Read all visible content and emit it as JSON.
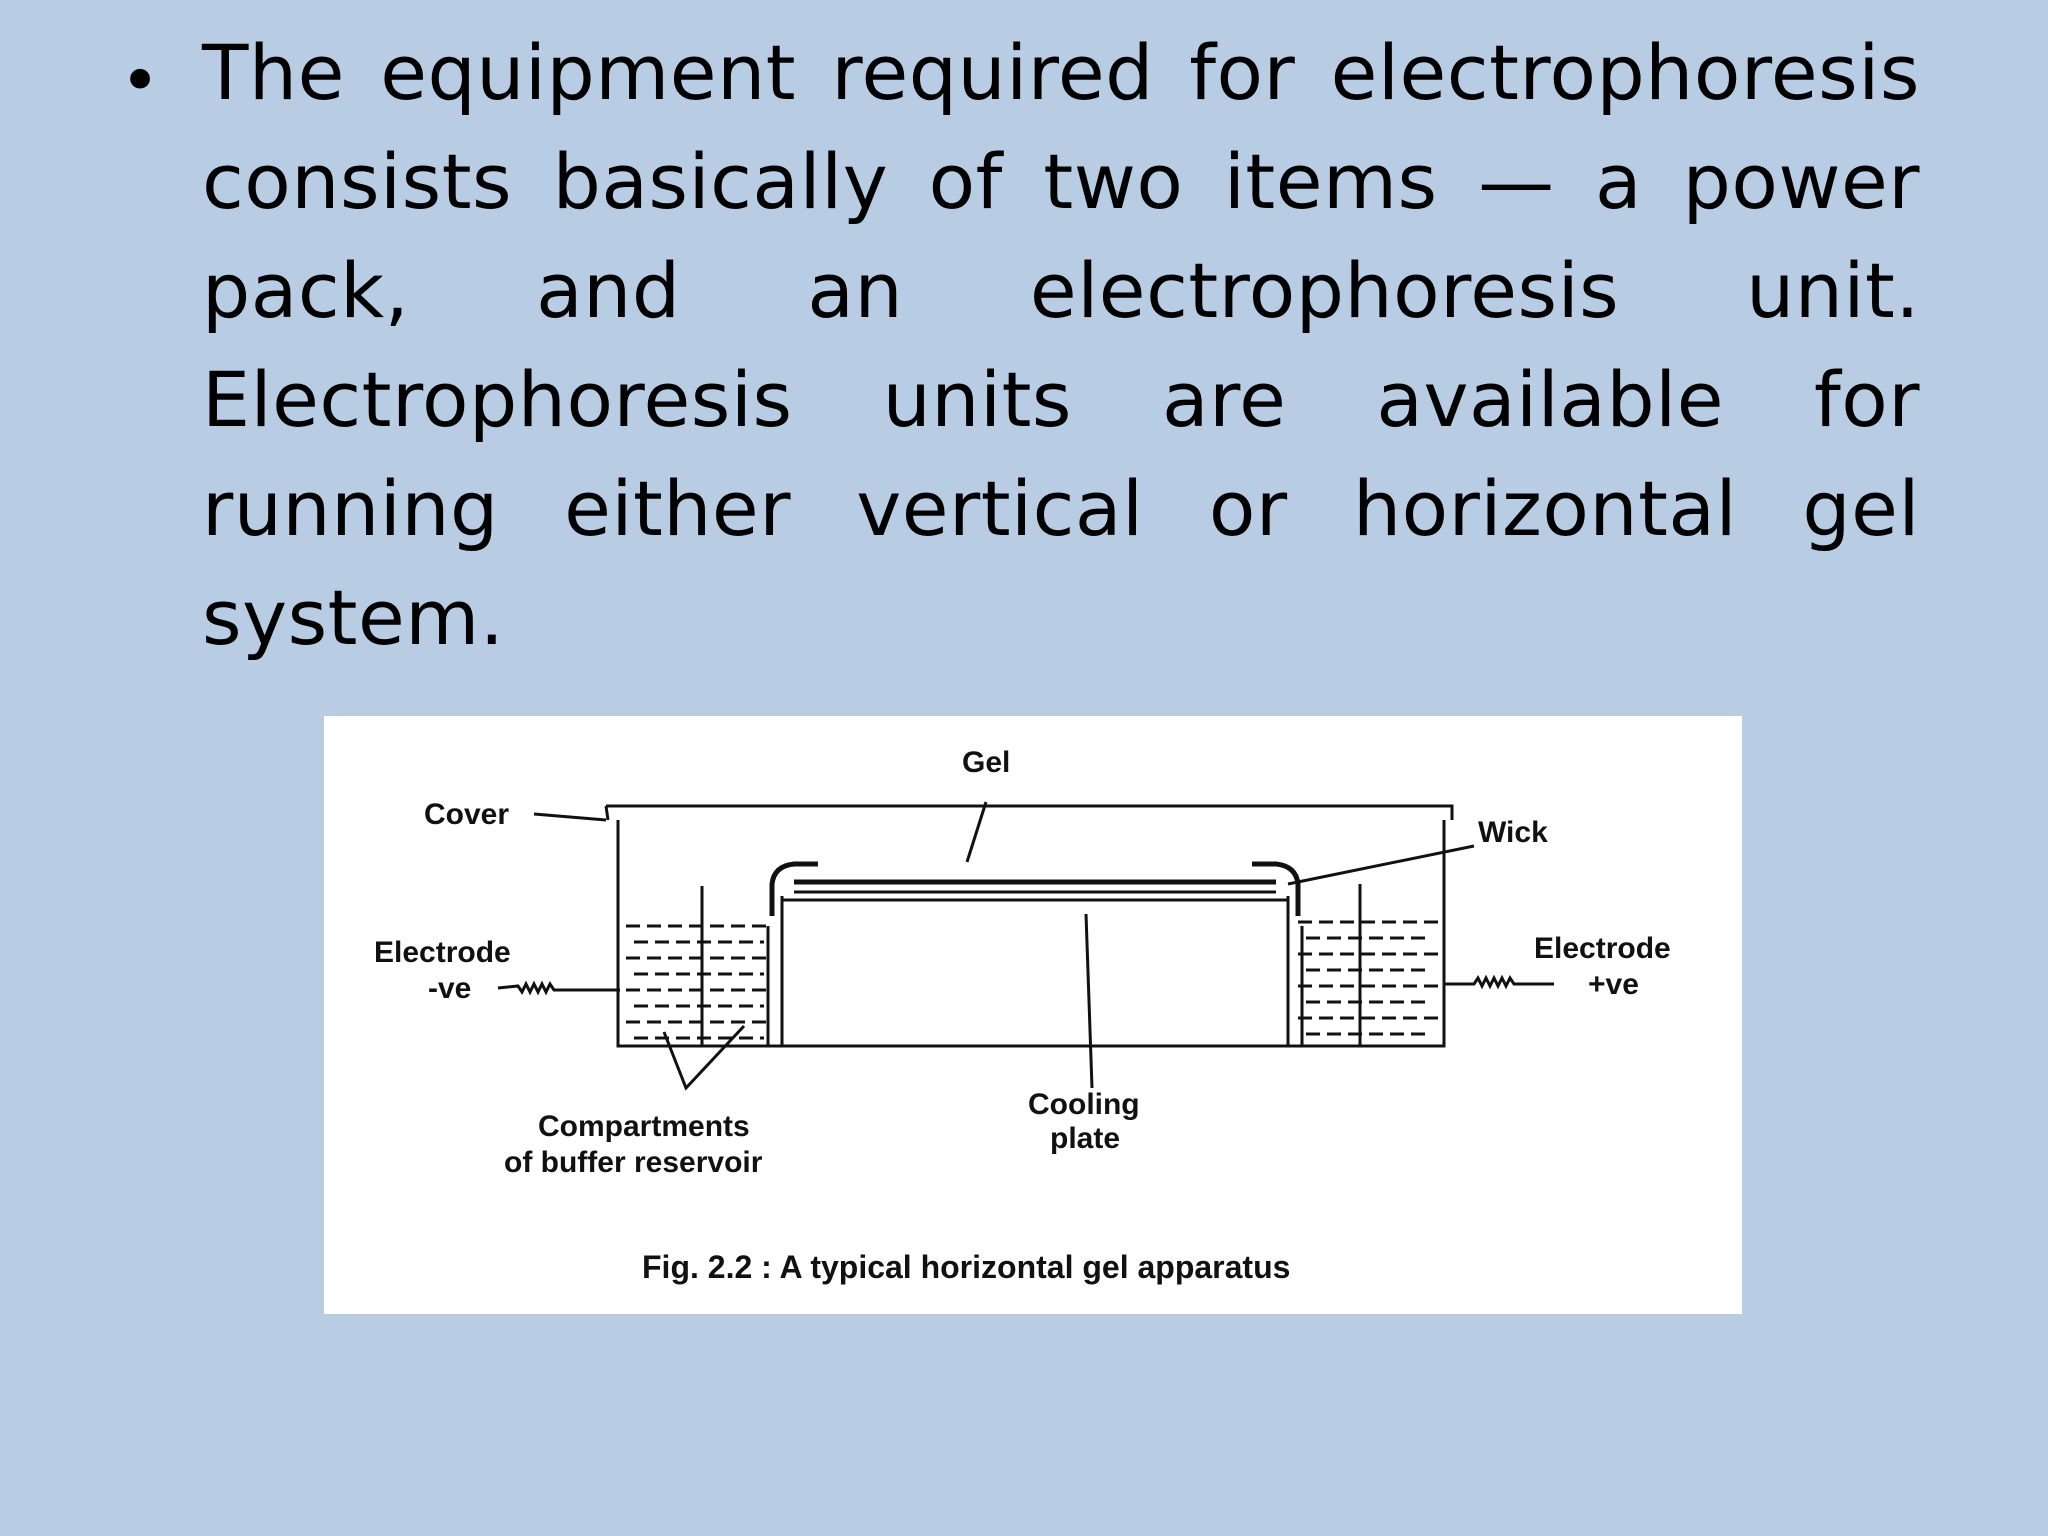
{
  "slide": {
    "bullet_symbol": "•",
    "bullet_text": "The equipment required for electrophoresis consists basically of two items — a power pack, and an electrophoresis unit. Electrophoresis units are available for running either vertical or horizontal gel system."
  },
  "figure": {
    "labels": {
      "gel": "Gel",
      "cover": "Cover",
      "wick": "Wick",
      "electrode_left": "Electrode",
      "electrode_left_sign": "-ve",
      "electrode_right": "Electrode",
      "electrode_right_sign": "+ve",
      "compartments_line1": "Compartments",
      "compartments_line2": "of buffer reservoir",
      "cooling_line1": "Cooling",
      "cooling_line2": "plate"
    },
    "caption": "Fig. 2.2 : A typical horizontal gel apparatus"
  }
}
